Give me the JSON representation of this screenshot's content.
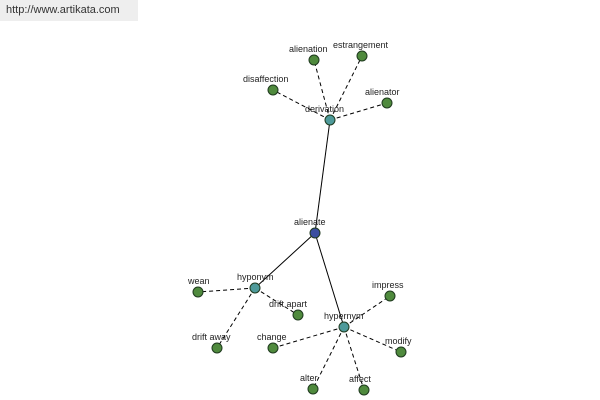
{
  "source_link": "http://www.artikata.com",
  "colors": {
    "root_node": "#3a4ea0",
    "relation_node": "#4e9a9a",
    "word_node": "#4f8a3d"
  },
  "graph": {
    "root": "alienate",
    "relations": {
      "derivation": "derivation",
      "hyponym": "hyponym",
      "hypernym": "hypernym"
    },
    "words": {
      "alienation": "alienation",
      "estrangement": "estrangement",
      "disaffection": "disaffection",
      "alienator": "alienator",
      "wean": "wean",
      "drift_apart": "drift apart",
      "drift_away": "drift away",
      "impress": "impress",
      "change": "change",
      "modify": "modify",
      "alter": "alter",
      "affect": "affect"
    }
  }
}
